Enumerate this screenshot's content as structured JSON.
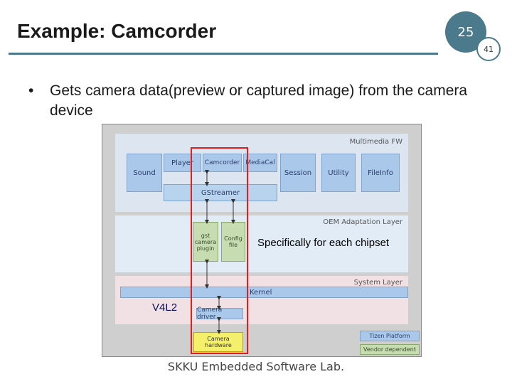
{
  "slide": {
    "title": "Example: Camcorder",
    "page_number": "25",
    "sub_page_number": "41",
    "bullet_text": "Gets camera data(preview or captured image) from the camera device",
    "footer": "SKKU Embedded Software Lab."
  },
  "diagram": {
    "layers": {
      "multimedia": "Multimedia FW",
      "oem": "OEM Adaptation Layer",
      "system": "System Layer"
    },
    "boxes": {
      "sound": "Sound",
      "player": "Player",
      "camcorder": "Camcorder",
      "mediacall": "MediaCal",
      "session": "Session",
      "utility": "Utility",
      "fileinfo": "FileInfo",
      "gstreamer": "GStreamer",
      "gst_camera_plugin": "gst\ncamera\nplugin",
      "config_file": "Config\nfile",
      "kernel": "Kernel",
      "camera_driver": "Camera driver",
      "camera_hardware": "Camera\nhardware"
    },
    "legend": {
      "tizen": "Tizen Platform",
      "vendor": "Vendor dependent"
    },
    "annotations": {
      "chipset_note": "Specifically for each chipset",
      "v4l2": "V4L2"
    }
  },
  "colors": {
    "accent": "#4a7a8c",
    "highlight": "#e02020",
    "tizen_box": "#a9c8ea",
    "vendor_box": "#c7dcb0",
    "hardware_box": "#f5f06b"
  }
}
